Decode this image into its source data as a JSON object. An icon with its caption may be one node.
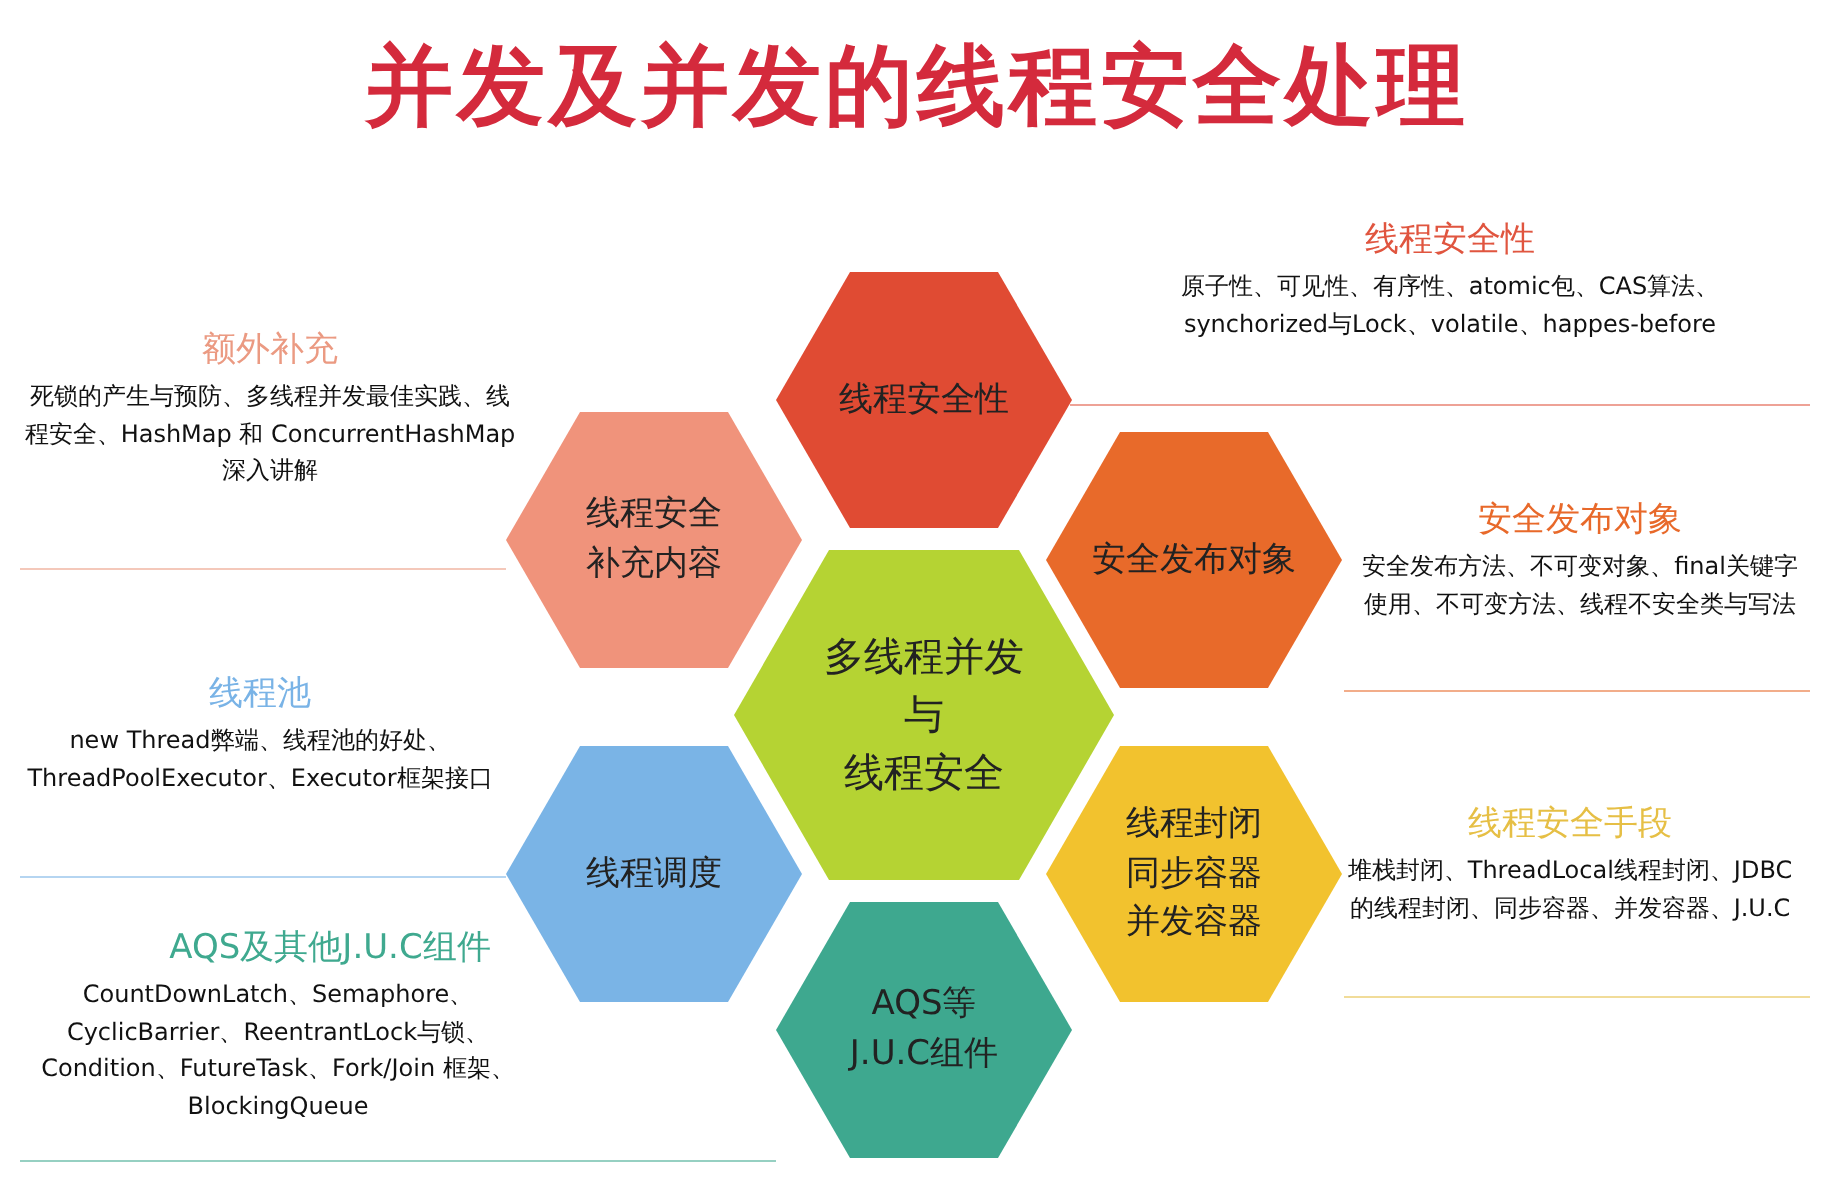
{
  "diagram": {
    "title": "并发及并发的线程安全处理",
    "nodes": [
      {
        "text": [
          "多线程并发",
          "与",
          "线程安全"
        ]
      },
      {
        "text": [
          "线程安全性"
        ],
        "beside": [
          "线程安全性",
          "原子性、可见性、有序性、atomic包、CAS算法、synchorized与Lock、volatile、happes-before"
        ]
      },
      {
        "text": [
          "安全发布对象"
        ],
        "beside": [
          "安全发布对象",
          "安全发布方法、不可变对象、final关键字使用、不可变方法、线程不安全类与写法"
        ]
      },
      {
        "text": [
          "线程封闭",
          "同步容器",
          "并发容器"
        ],
        "beside": [
          "线程安全手段",
          "堆栈封闭、ThreadLocal线程封闭、JDBC的线程封闭、同步容器、并发容器、J.U.C"
        ]
      },
      {
        "text": [
          "AQS等J.U.C组件"
        ]
      },
      {
        "text": [
          "线程调度"
        ],
        "beside": [
          "线程池",
          "new Thread弊端、线程池的好处、ThreadPoolExecutor、Executor框架接口"
        ]
      },
      {
        "text": [
          "线程安全补充内容"
        ],
        "beside": [
          "额外补充",
          "死锁的产生与预防、多线程并发最佳实践、线程安全、HashMap 和 ConcurrentHashMap 深入讲解"
        ]
      }
    ],
    "labels": [
      "AQS及其他J.U.C组件",
      "CountDownLatch、Semaphore、CyclicBarrier、ReentrantLock与锁、Condition、FutureTask、Fork/Join 框架、BlockingQueue"
    ]
  }
}
